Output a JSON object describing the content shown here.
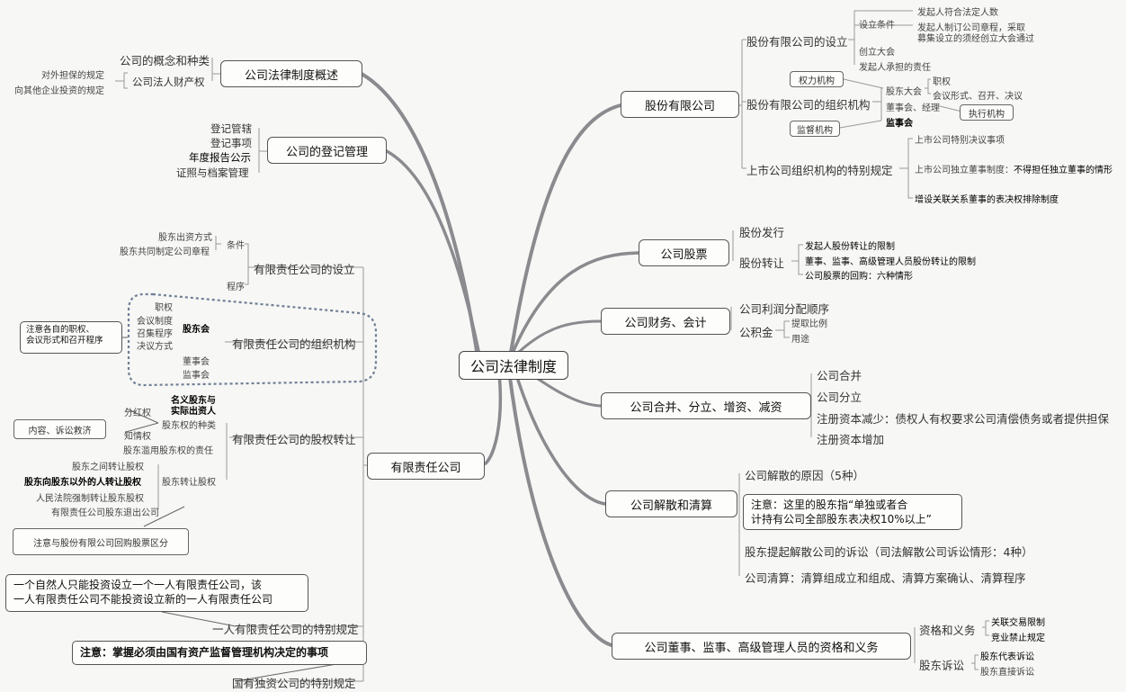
{
  "center": "公司法律制度",
  "topics": {
    "gufen": "股份有限公司",
    "gupiao": "公司股票",
    "caiwu": "公司财务、会计",
    "hebing": "公司合并、分立、增资、减资",
    "jiesan": "公司解散和清算",
    "dongshi": "公司董事、监事、高级管理人员的资格和义务",
    "gaishu": "公司法律制度概述",
    "dengji": "公司的登记管理",
    "youxian": "有限责任公司"
  },
  "gufen": {
    "sheli": "股份有限公司的设立",
    "sheli_tiaojian": "设立条件",
    "tiaojian1": "发起人符合法定人数",
    "tiaojian2": "发起人制订公司章程，采取",
    "tiaojian3": "募集设立的须经创立大会通过",
    "chuangli": "创立大会",
    "zeren": "发起人承担的责任",
    "zuzhi": "股份有限公司的组织机构",
    "quanli": "权力机构",
    "gudong": "股东大会",
    "zhiquan": "职权",
    "huiyi": "会议形式、召开、决议",
    "dongshihui": "董事会、经理",
    "zhixing": "执行机构",
    "jianshihui": "监事会",
    "jiandu": "监督机构",
    "shangshi": "上市公司组织机构的特别规定",
    "ss1": "上市公司特别决议事项",
    "ss2a": "上市公司独立董事制度：",
    "ss2b": "不得担任独立董事的情形",
    "ss3": "增设关联关系董事的表决权排除制度"
  },
  "gupiao": {
    "faxing": "股份发行",
    "zhuanrang": "股份转让",
    "z1": "发起人股份转让的限制",
    "z2": "董事、监事、高级管理人员股份转让的限制",
    "z3": "公司股票的回购：六种情形"
  },
  "caiwu": {
    "lirun": "公司利润分配顺序",
    "gongjijin": "公积金",
    "tiqu": "提取比例",
    "yongtu": "用途"
  },
  "hebing": {
    "h1": "公司合并",
    "h2": "公司分立",
    "h3": "注册资本减少：债权人有权要求公司清偿债务或者提供担保",
    "h4": "注册资本增加"
  },
  "jiesan": {
    "yuanyin": "公司解散的原因（5种）",
    "note1": "注意：这里的股东指“单独或者合",
    "note2": "计持有公司全部股东表决权10%以上”",
    "susong": "股东提起解散公司的诉讼（司法解散公司诉讼情形：4种）",
    "qingsuan": "公司清算：清算组成立和组成、清算方案确认、清算程序"
  },
  "dongshi": {
    "yiwu": "资格和义务",
    "y1": "关联交易限制",
    "y2": "竞业禁止规定",
    "susong": "股东诉讼",
    "s1": "股东代表诉讼",
    "s2": "股东直接诉讼"
  },
  "gaishu": {
    "gainian": "公司的概念和种类",
    "caichan": "公司法人财产权",
    "danbao": "对外担保的规定",
    "touzi": "向其他企业投资的规定"
  },
  "dengji": {
    "d1": "登记管辖",
    "d2": "登记事项",
    "d3": "年度报告公示",
    "d4": "证照与档案管理"
  },
  "youxian": {
    "sheli": "有限责任公司的设立",
    "tiaojian": "条件",
    "chuzi": "股东出资方式",
    "zhangcheng": "股东共同制定公司章程",
    "chengxu": "程序",
    "zuzhi": "有限责任公司的组织机构",
    "gudonghui": "股东会",
    "g1": "职权",
    "g2": "会议制度",
    "g3": "召集程序",
    "g4": "决议方式",
    "dongshihui": "董事会",
    "jianshihui": "监事会",
    "zhuyi": "注意各自的职权、",
    "zhuyi2": "会议形式和召开程序",
    "zhuanrang": "有限责任公司的股权转让",
    "zhonglei": "股东权的种类",
    "mingyi1": "名义股东与",
    "mingyi2": "实际出资人",
    "fenhong": "分红权",
    "zhiqing": "知情权",
    "neirong": "内容、诉讼救济",
    "lanyong": "股东滥用股东权的责任",
    "zrgq": "股东转让股权",
    "zr1": "股东之间转让股权",
    "zr2": "股东向股东以外的人转让股权",
    "zr3": "人民法院强制转让股东股权",
    "zr4": "有限责任公司股东退出公司",
    "huigou": "注意与股份有限公司回购股票区分",
    "yiren_note1": "一个自然人只能投资设立一个一人有限责任公司，该",
    "yiren_note2": "一人有限责任公司不能投资设立新的一人有限责任公司",
    "yiren": "一人有限责任公司的特别规定",
    "guoyou_note": "注意：掌握必须由国有资产监督管理机构决定的事项",
    "guoyou": "国有独资公司的特别规定"
  },
  "colors": {
    "branch": "#8a8a8f",
    "line": "#9a9a9a",
    "dashed": "#6f7f96"
  }
}
